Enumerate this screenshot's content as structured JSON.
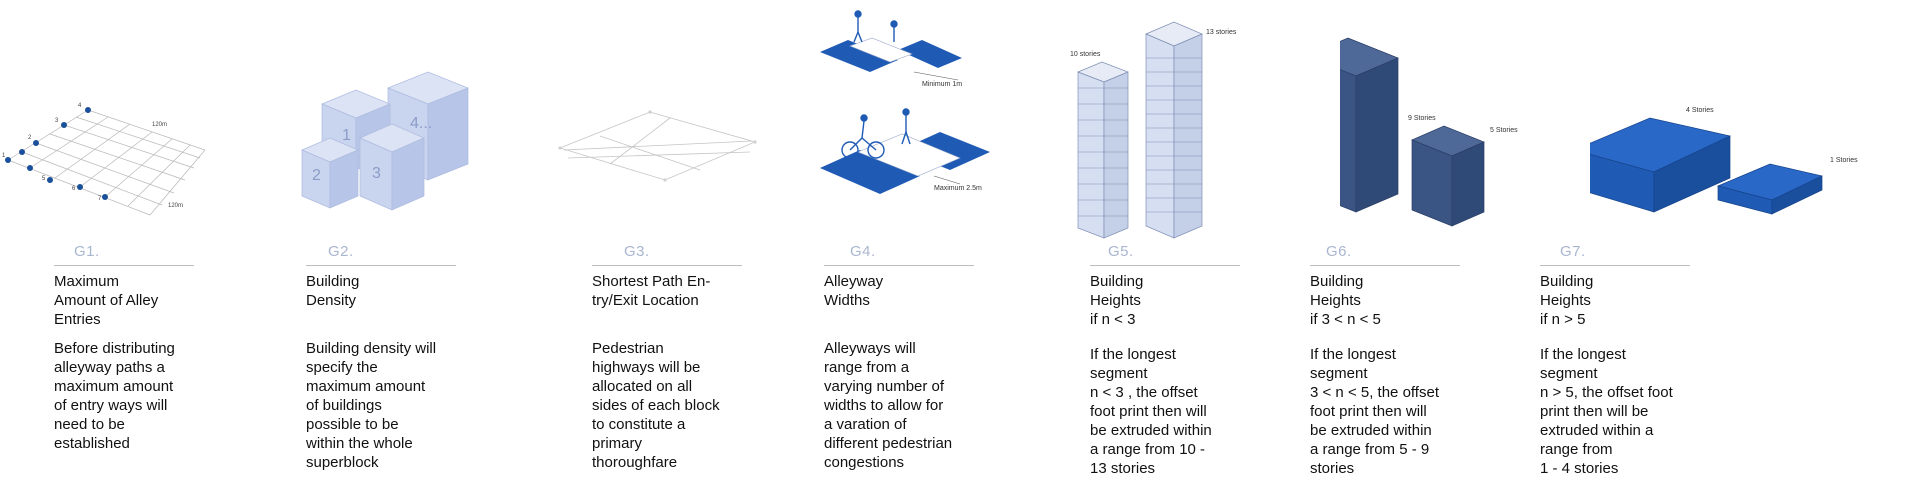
{
  "panels": [
    {
      "tag": "G1.",
      "title": "Maximum\nAmount of Alley\nEntries",
      "desc": "Before distributing\nalleyway paths a\nmaximum amount\nof entry ways will\nneed to be\nestablished",
      "labels": {
        "dim_top": "120m",
        "dim_side": "120m",
        "n1": "1",
        "n2": "2",
        "n3": "3",
        "n4": "4",
        "n5": "5",
        "n6": "6",
        "n7": "7"
      }
    },
    {
      "tag": "G2.",
      "title": "Building\nDensity",
      "desc": "Building density will\nspecify the\nmaximum amount\nof buildings\npossible to be\nwithin the whole\nsuperblock",
      "labels": {
        "b1": "1",
        "b2": "2",
        "b3": "3",
        "b4": "4..."
      }
    },
    {
      "tag": "G3.",
      "title": "Shortest Path En-\ntry/Exit Location",
      "desc": "Pedestrian\nhighways will be\nallocated on all\nsides of each block\nto constitute a\nprimary\nthoroughfare"
    },
    {
      "tag": "G4.",
      "title": "Alleyway\nWidths",
      "desc": "Alleyways will\nrange from a\nvarying number of\nwidths to allow for\na varation of\ndifferent pedestrian\ncongestions",
      "labels": {
        "min": "Minimum 1m",
        "max": "Maximum 2.5m"
      }
    },
    {
      "tag": "G5.",
      "title": "Building\nHeights\nif n < 3",
      "desc": "If the longest\nsegment\nn < 3 , the offset\nfoot print then will\nbe extruded within\na range from 10 -\n13 stories",
      "labels": {
        "a": "10 stories",
        "b": "13 stories"
      }
    },
    {
      "tag": "G6.",
      "title": "Building\nHeights\nif 3 < n < 5",
      "desc": "If the longest\nsegment\n3 < n < 5, the offset\nfoot print then will\nbe extruded within\na range from 5 - 9\nstories",
      "labels": {
        "a": "9 Stories",
        "b": "5 Stories"
      }
    },
    {
      "tag": "G7.",
      "title": "Building\nHeights\nif n > 5",
      "desc": "If the longest\nsegment\nn > 5, the offset foot\nprint then will be\nextruded within a\nrange from\n1 - 4 stories",
      "labels": {
        "a": "4 Stories",
        "b": "1 Stories"
      }
    }
  ],
  "colors": {
    "tag": "#a9b6cf",
    "light_block": "#c9d4ee",
    "tower": "#d6def1",
    "navy": "#3a5584",
    "royal": "#1f5bb5",
    "dot": "#1a4f9a"
  }
}
